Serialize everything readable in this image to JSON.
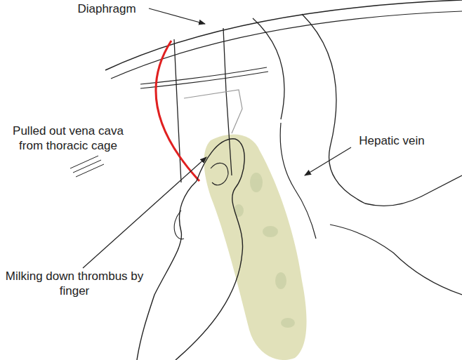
{
  "diagram": {
    "labels": [
      "Diaphragm",
      "Pulled out vena cava from thoracic cage",
      "Hepatic vein",
      "Milking down thrombus by finger"
    ]
  }
}
